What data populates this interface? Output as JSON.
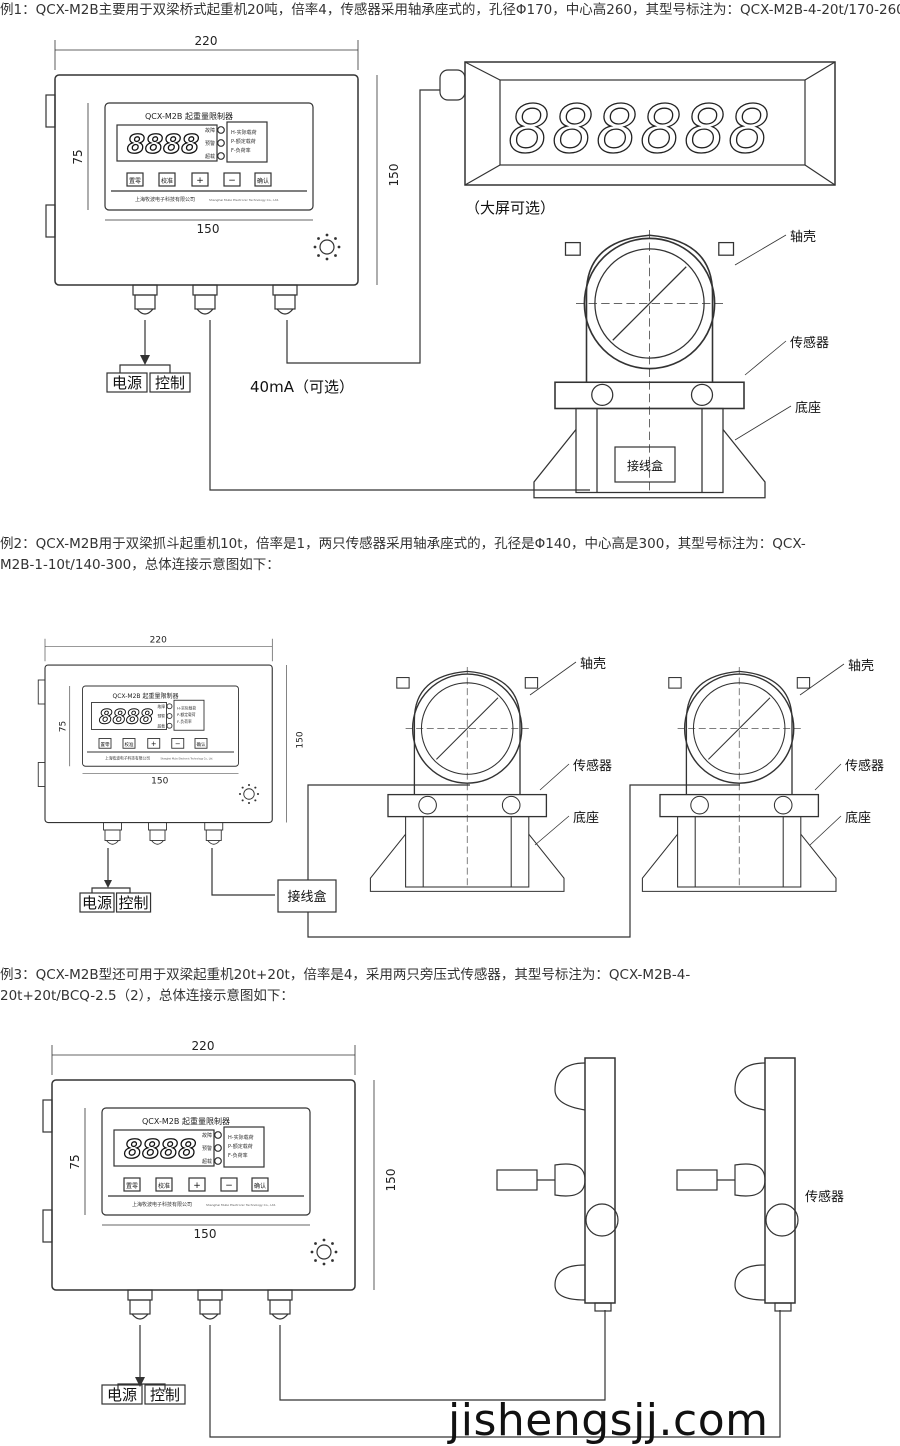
{
  "examples": [
    {
      "text_lines": [
        "例1：QCX-M2B主要用于双梁桥式起重机20吨，倍率4，传感器采用轴承座式的，孔径Φ170，中心高260，其型号标注为：QCX-M2B-4-20t/170-260。"
      ]
    },
    {
      "text_lines": [
        "例2：QCX-M2B用于双梁抓斗起重机10t，倍率是1，两只传感器采用轴承座式的，孔径是Φ140，中心高是300，其型号标注为：QCX-",
        "M2B-1-10t/140-300，总体连接示意图如下："
      ]
    },
    {
      "text_lines": [
        "      例3：QCX-M2B型还可用于双梁起重机20t+20t，倍率是4，采用两只旁压式传感器，其型号标注为：QCX-M2B-4-",
        "20t+20t/BCQ-2.5（2），总体连接示意图如下："
      ]
    }
  ],
  "controller": {
    "model": "QCX-M2B",
    "name": "起重量限制器",
    "display": "8888",
    "leds": [
      "故障",
      "预警",
      "超载"
    ],
    "legend": [
      "H-实际载荷",
      "P-额定载荷",
      "F-负荷率"
    ],
    "buttons": [
      "置零",
      "校准",
      "+",
      "−",
      "确认"
    ],
    "company_cn": "上海牧波电子科技有限公司",
    "company_en": "Shanghai Mubo Electronic Technology Co., Ltd.",
    "dim_width": "220",
    "dim_height": "150",
    "dim_panel_height": "75",
    "dim_panel_width": "150"
  },
  "power_label": "电源",
  "control_label": "控制",
  "big_display": {
    "digits": "888888",
    "caption": "（大屏可选）"
  },
  "current_option": "40mA（可选）",
  "labels": {
    "shell": "轴壳",
    "sensor": "传感器",
    "base": "底座",
    "junction_box": "接线盒"
  },
  "watermark": "jishengsjj.com"
}
